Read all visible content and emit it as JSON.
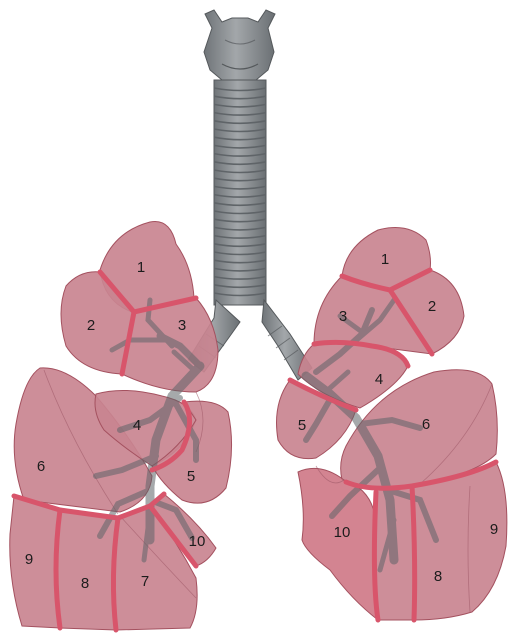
{
  "colors": {
    "segment_fill": "#c98490",
    "segment_fill_dark": "#b96f7c",
    "segment_fill_light": "#d99aa4",
    "segment_border": "#d8556b",
    "trachea_fill": "#8c9093",
    "trachea_dark": "#5f6468",
    "background": "#ffffff"
  },
  "right_lung": {
    "segments": [
      {
        "label": "1"
      },
      {
        "label": "2"
      },
      {
        "label": "3"
      },
      {
        "label": "4"
      },
      {
        "label": "5"
      },
      {
        "label": "6"
      },
      {
        "label": "7"
      },
      {
        "label": "8"
      },
      {
        "label": "9"
      },
      {
        "label": "10"
      }
    ]
  },
  "left_lung": {
    "segments": [
      {
        "label": "1"
      },
      {
        "label": "2"
      },
      {
        "label": "3"
      },
      {
        "label": "4"
      },
      {
        "label": "5"
      },
      {
        "label": "6"
      },
      {
        "label": "8"
      },
      {
        "label": "9"
      },
      {
        "label": "10"
      }
    ]
  }
}
